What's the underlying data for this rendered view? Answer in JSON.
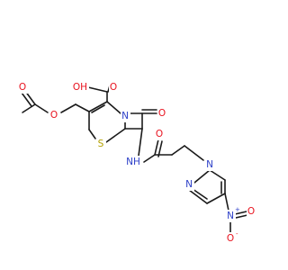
{
  "colors": {
    "bond": "#1a1a1a",
    "oxygen": "#e8121e",
    "nitrogen": "#2c3fc8",
    "sulfur": "#b3a100",
    "background": "#ffffff"
  },
  "atoms": {
    "cooh": "OH",
    "cooh_o": "O",
    "ester_o": "O",
    "acetyl_o": "O",
    "ring_n": "N",
    "lactam_o": "O",
    "s": "S",
    "nh": "NH",
    "amide_o": "O",
    "pz_n1": "N",
    "pz_n2": "N",
    "nitro_n": "N",
    "nitro_n_charge": "+",
    "nitro_o1": "O",
    "nitro_o2": "O",
    "nitro_o2_charge": "-"
  }
}
